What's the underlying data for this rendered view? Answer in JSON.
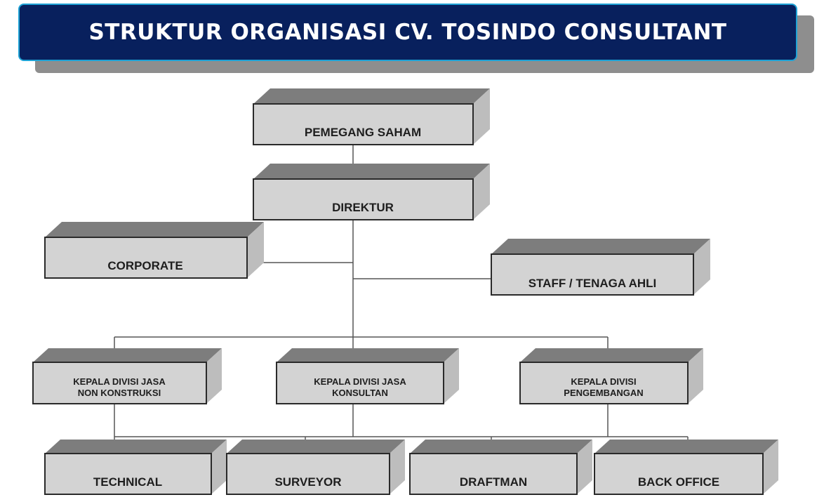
{
  "title": "STRUKTUR ORGANISASI CV. TOSINDO CONSULTANT",
  "colors": {
    "banner": "#08205d",
    "banner_border": "#1fa3d6",
    "box_face": "#d3d3d3",
    "box_top": "#7d7d7d",
    "connector": "#555555"
  },
  "nodes": [
    {
      "id": "pemegang-saham",
      "lines": [
        "PEMEGANG SAHAM"
      ]
    },
    {
      "id": "direktur",
      "lines": [
        "DIREKTUR"
      ]
    },
    {
      "id": "corporate",
      "lines": [
        "CORPORATE"
      ]
    },
    {
      "id": "staff-tenaga-ahli",
      "lines": [
        "STAFF / TENAGA AHLI"
      ]
    },
    {
      "id": "kepala-divisi-jasa-non-konstruksi",
      "lines": [
        "KEPALA DIVISI JASA",
        "NON KONSTRUKSI"
      ]
    },
    {
      "id": "kepala-divisi-jasa-konsultan",
      "lines": [
        "KEPALA DIVISI JASA",
        "KONSULTAN"
      ]
    },
    {
      "id": "kepala-divisi-pengembangan",
      "lines": [
        "KEPALA DIVISI",
        "PENGEMBANGAN"
      ]
    },
    {
      "id": "technical",
      "lines": [
        "TECHNICAL"
      ]
    },
    {
      "id": "surveyor",
      "lines": [
        "SURVEYOR"
      ]
    },
    {
      "id": "draftman",
      "lines": [
        "DRAFTMAN"
      ]
    },
    {
      "id": "back-office",
      "lines": [
        "BACK OFFICE"
      ]
    }
  ]
}
